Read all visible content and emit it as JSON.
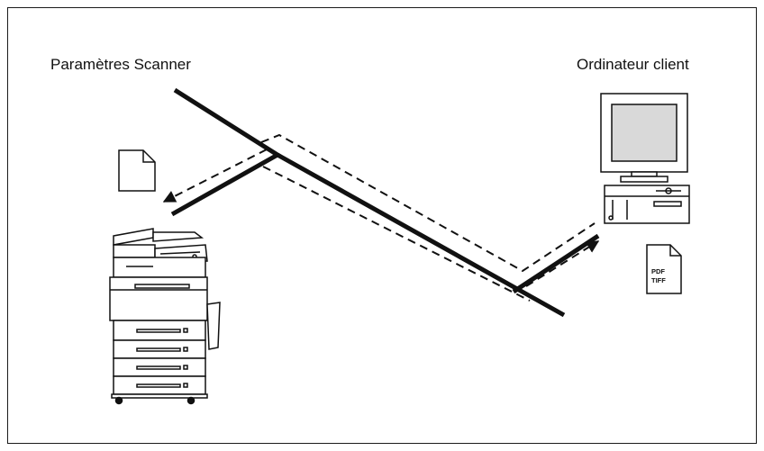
{
  "labels": {
    "scanner_settings": "Paramètres Scanner",
    "client_computer": "Ordinateur client"
  },
  "documents": {
    "output_format_line1": "PDF",
    "output_format_line2": "TIFF"
  },
  "colors": {
    "line": "#111111",
    "background": "#ffffff",
    "monitor_screen": "#d9d9d9"
  }
}
